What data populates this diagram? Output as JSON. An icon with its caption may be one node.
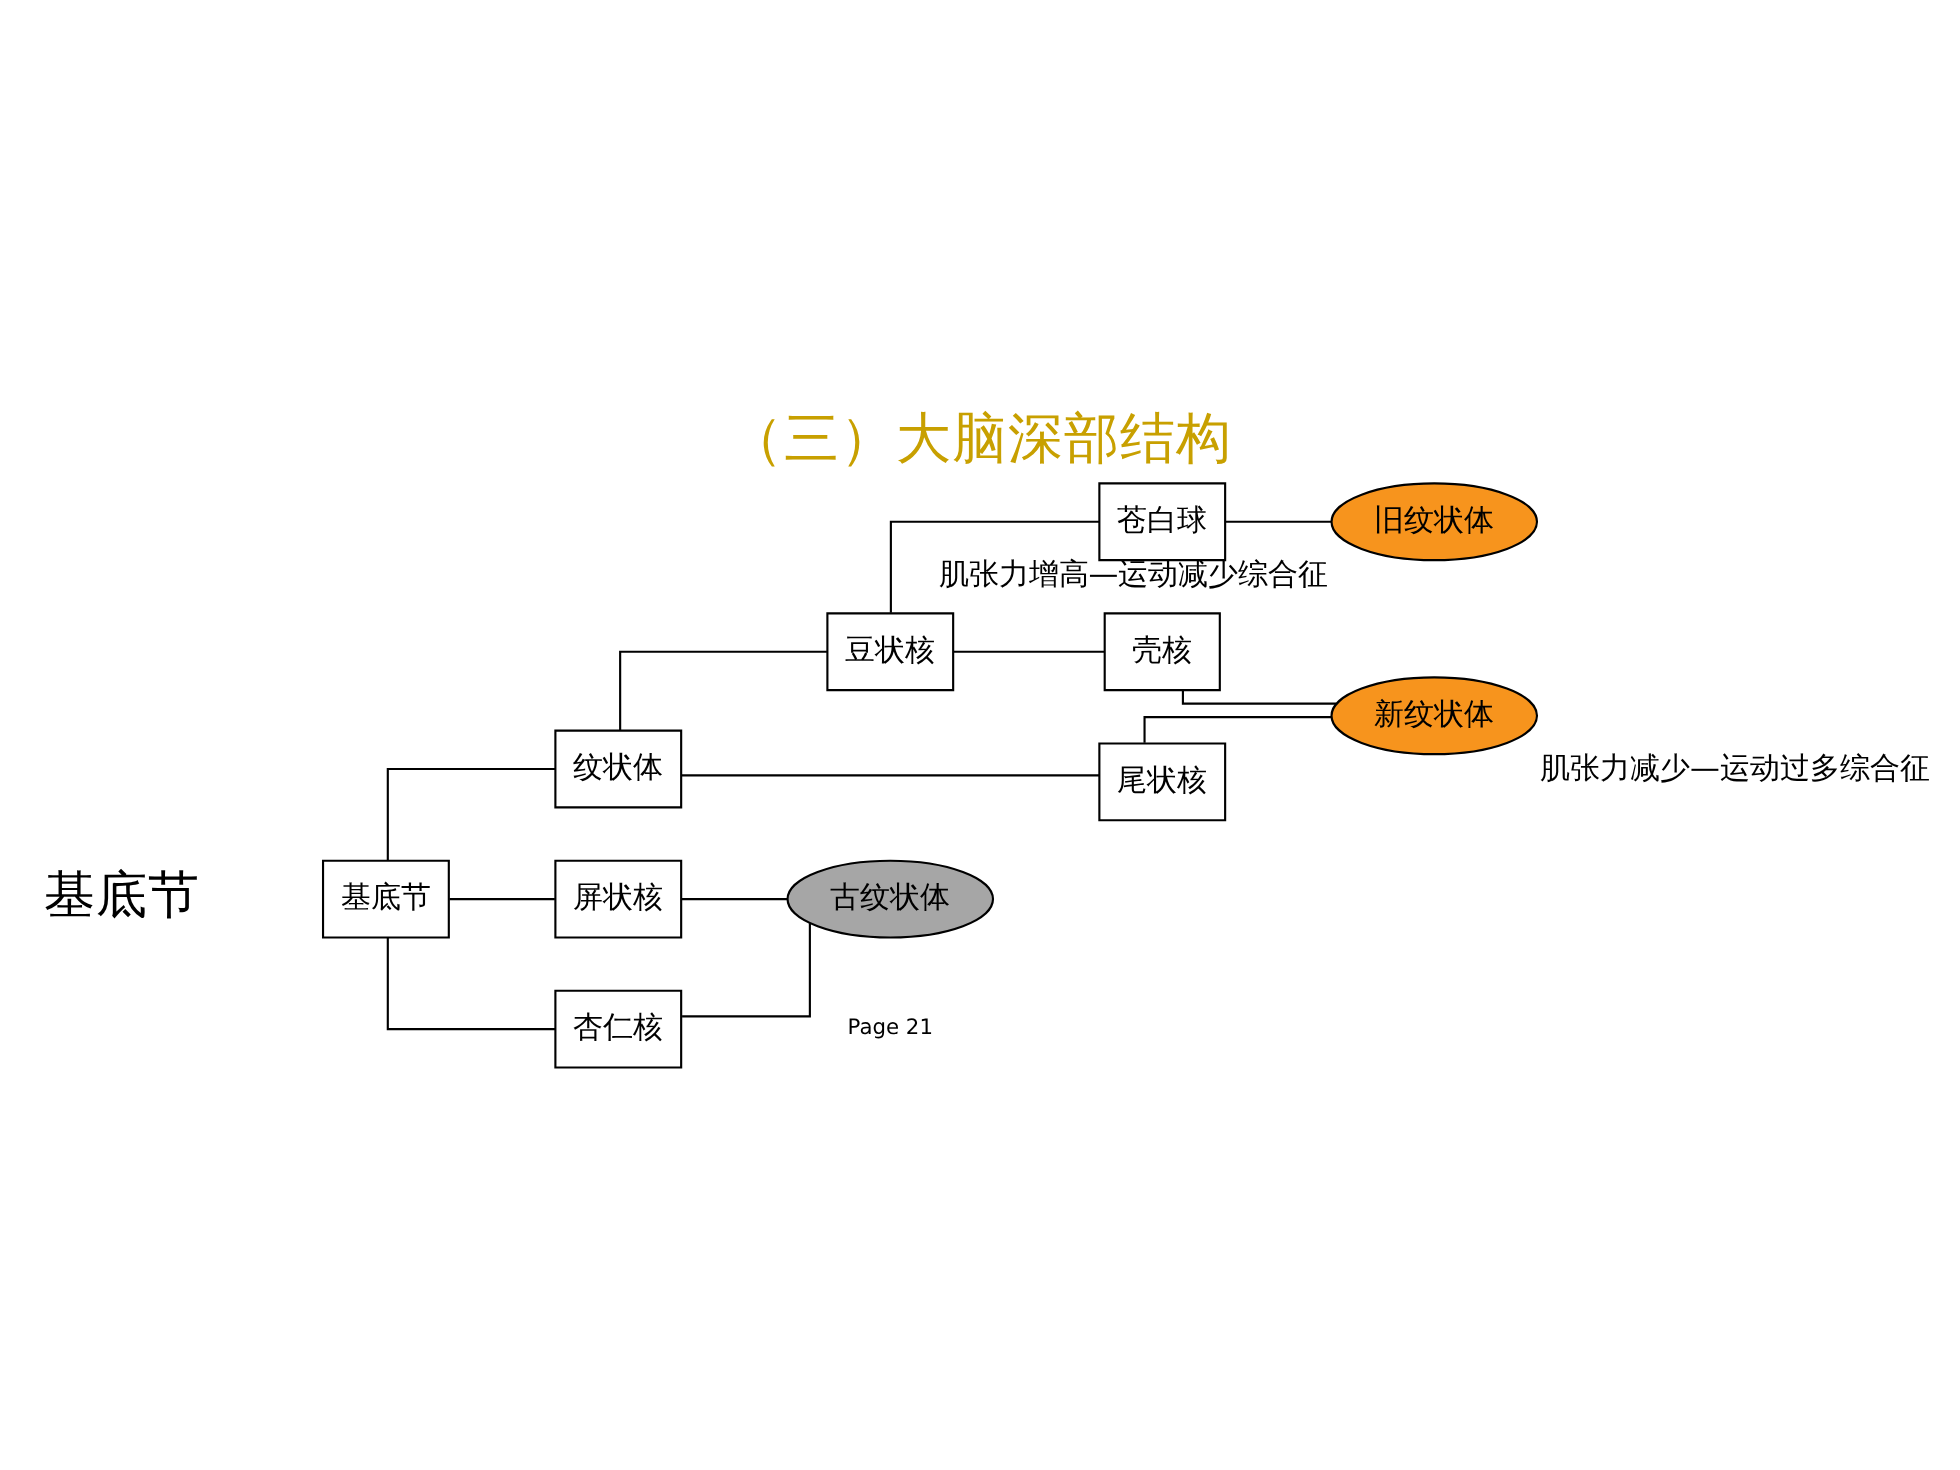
{
  "diagram": {
    "title": "（三）大脑深部结构",
    "nodes": [
      {
        "text": [
          "基底节"
        ]
      },
      {
        "text": [
          "纹状体"
        ]
      },
      {
        "text": [
          "屏状核"
        ]
      },
      {
        "text": [
          "杏仁核"
        ]
      },
      {
        "text": [
          "豆状核"
        ]
      },
      {
        "text": [
          "尾状核"
        ]
      },
      {
        "text": [
          "苍白球"
        ]
      },
      {
        "text": [
          "壳核"
        ]
      },
      {
        "text": [
          "旧纹状体"
        ],
        "beside": [
          "肌张力增高—运动减少综合征"
        ]
      },
      {
        "text": [
          "新纹状体"
        ],
        "beside": [
          "肌张力减少—运动过多综合征"
        ]
      },
      {
        "text": [
          "古纹状体"
        ]
      }
    ],
    "edges": [
      {
        "from": 0,
        "to": 1,
        "arrow": "none"
      },
      {
        "from": 0,
        "to": 2,
        "arrow": "none"
      },
      {
        "from": 0,
        "to": 3,
        "arrow": "none"
      },
      {
        "from": 1,
        "to": 4,
        "arrow": "none"
      },
      {
        "from": 1,
        "to": 5,
        "arrow": "none"
      },
      {
        "from": 4,
        "to": 6,
        "arrow": "none"
      },
      {
        "from": 4,
        "to": 7,
        "arrow": "none"
      },
      {
        "from": 6,
        "to": 8,
        "arrow": "none"
      },
      {
        "from": 7,
        "to": 9,
        "arrow": "none"
      },
      {
        "from": 5,
        "to": 9,
        "arrow": "none"
      },
      {
        "from": 2,
        "to": 10,
        "arrow": "none"
      },
      {
        "from": 3,
        "to": 10,
        "arrow": "none"
      }
    ],
    "labels": [
      "基底节",
      "Page 21"
    ]
  }
}
